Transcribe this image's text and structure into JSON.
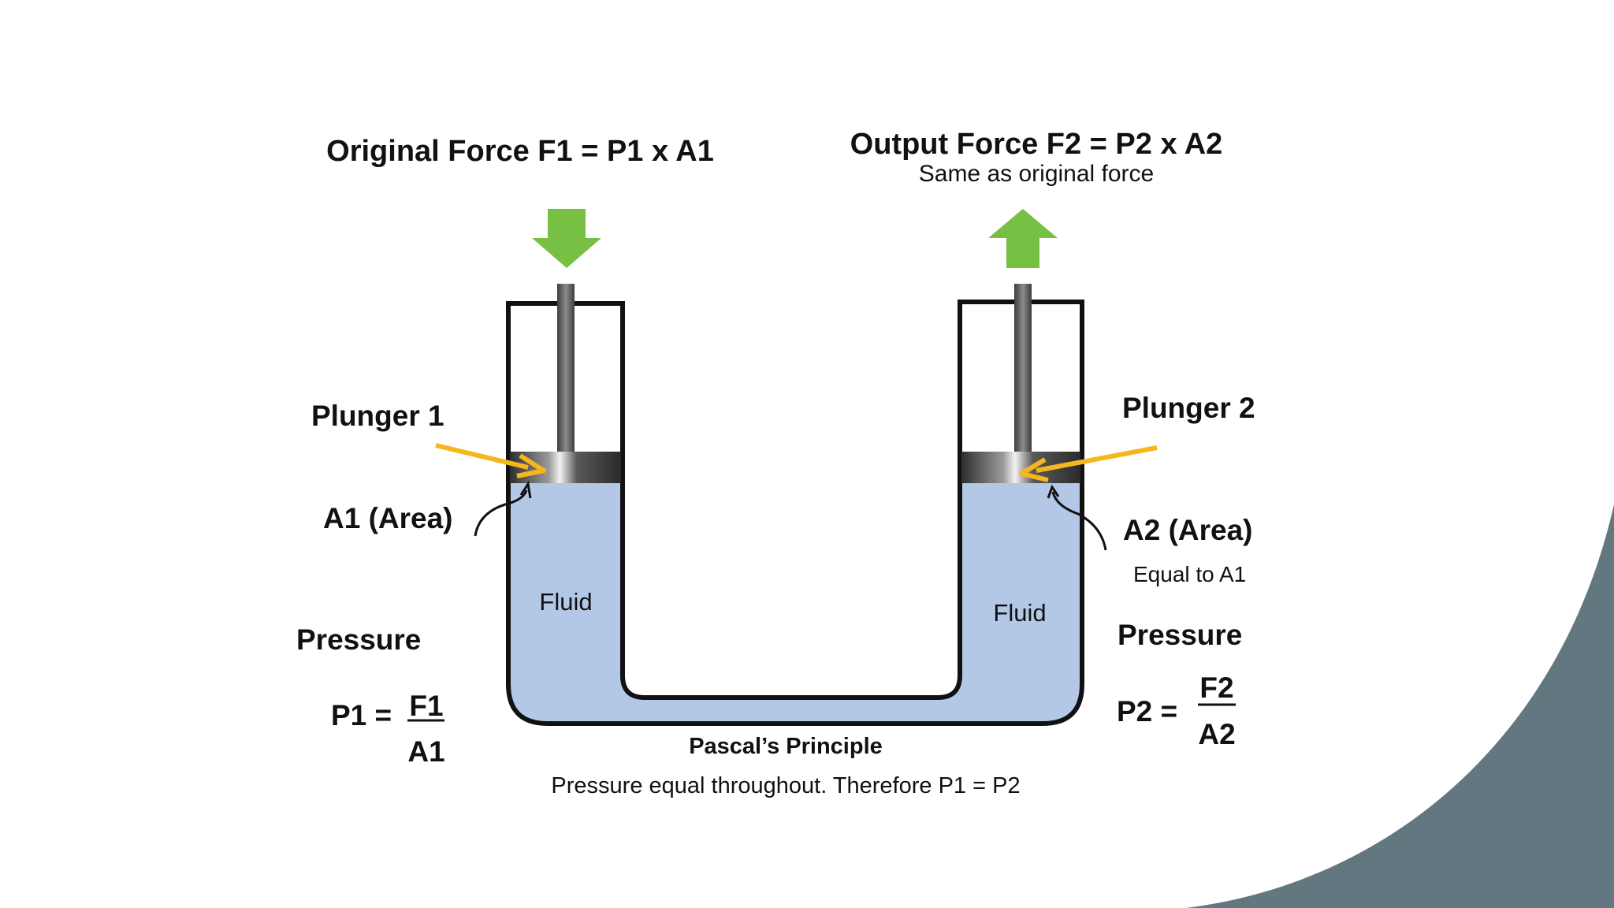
{
  "colors": {
    "background": "#ffffff",
    "corner_shape": "#627780",
    "fluid": "#b3c7e6",
    "outline": "#111111",
    "force_arrow": "#77c043",
    "pointer_arrow": "#f5b61e",
    "plunger": "#3a3a3a",
    "rod": "#5e5e5e"
  },
  "icons": {
    "input_force": "down-arrow-icon",
    "output_force": "up-arrow-icon",
    "plunger_pointer": "pointer-arrow-icon",
    "area_pointer": "curved-arrow-icon"
  },
  "diagram": {
    "left": {
      "force_title": "Original Force F1 = P1 x A1",
      "plunger_label": "Plunger 1",
      "area_label": "A1 (Area)",
      "fluid_label": "Fluid",
      "pressure_heading": "Pressure",
      "formula_lhs": "P1 =",
      "formula_numerator": "F1",
      "formula_denominator": "A1"
    },
    "right": {
      "force_title": "Output Force F2 = P2 x A2",
      "force_subtitle": "Same as original force",
      "plunger_label": "Plunger 2",
      "area_label": "A2 (Area)",
      "area_note": "Equal to A1",
      "fluid_label": "Fluid",
      "pressure_heading": "Pressure",
      "formula_lhs": "P2 =",
      "formula_numerator": "F2",
      "formula_denominator": "A2"
    },
    "caption_title": "Pascal’s Principle",
    "caption_text": "Pressure equal throughout. Therefore  P1 = P2"
  }
}
